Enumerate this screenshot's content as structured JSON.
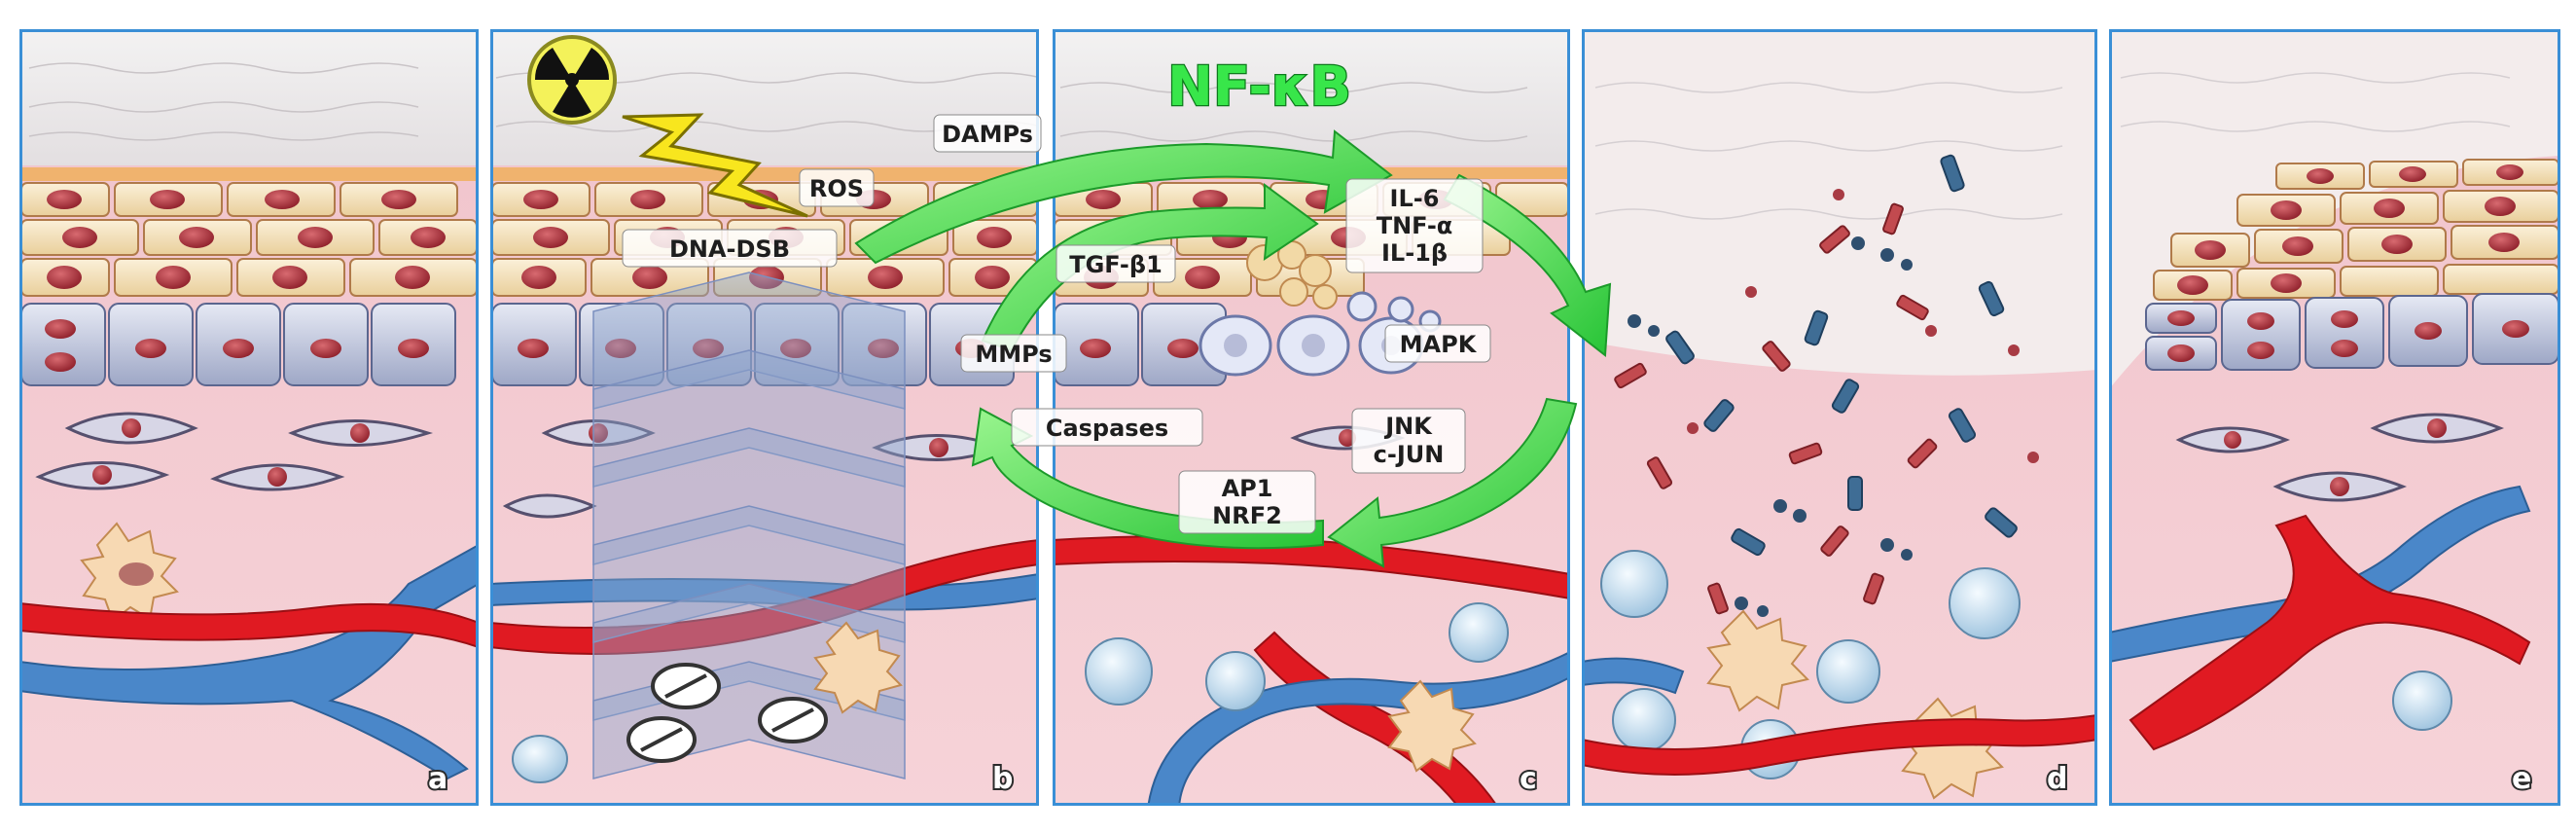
{
  "panels": [
    {
      "id": "a",
      "label": "a"
    },
    {
      "id": "b",
      "label": "b"
    },
    {
      "id": "c",
      "label": "c"
    },
    {
      "id": "d",
      "label": "d"
    },
    {
      "id": "e",
      "label": "e"
    }
  ],
  "labels": {
    "nfkb": "NF-κB",
    "damps": "DAMPs",
    "ros": "ROS",
    "dna_dsb": "DNA-DSB",
    "tgf_b1": "TGF-β1",
    "mmps": "MMPs",
    "caspases": "Caspases",
    "ap1": "AP1",
    "nrf2": "NRF2",
    "jnk": "JNK",
    "c_jun": "c-JUN",
    "mapk": "MAPK",
    "il6": "IL-6",
    "tnfa": "TNF-α",
    "il1b": "IL-1β"
  },
  "icons": [
    "radiation-icon",
    "lightning-icon"
  ],
  "colors": {
    "panel_border": "#3a8fd6",
    "skin_pink": "#f2c9cf",
    "stratum_corneum": "#ebe8ea",
    "keratinocyte": "#f6e6c3",
    "nucleus": "#a8303a",
    "basal_cell": "#c9cfe3",
    "artery": "#e01a22",
    "vein": "#4a87c9",
    "cycle_arrow": "#4be04f",
    "nfkb_text": "#38e64a"
  }
}
